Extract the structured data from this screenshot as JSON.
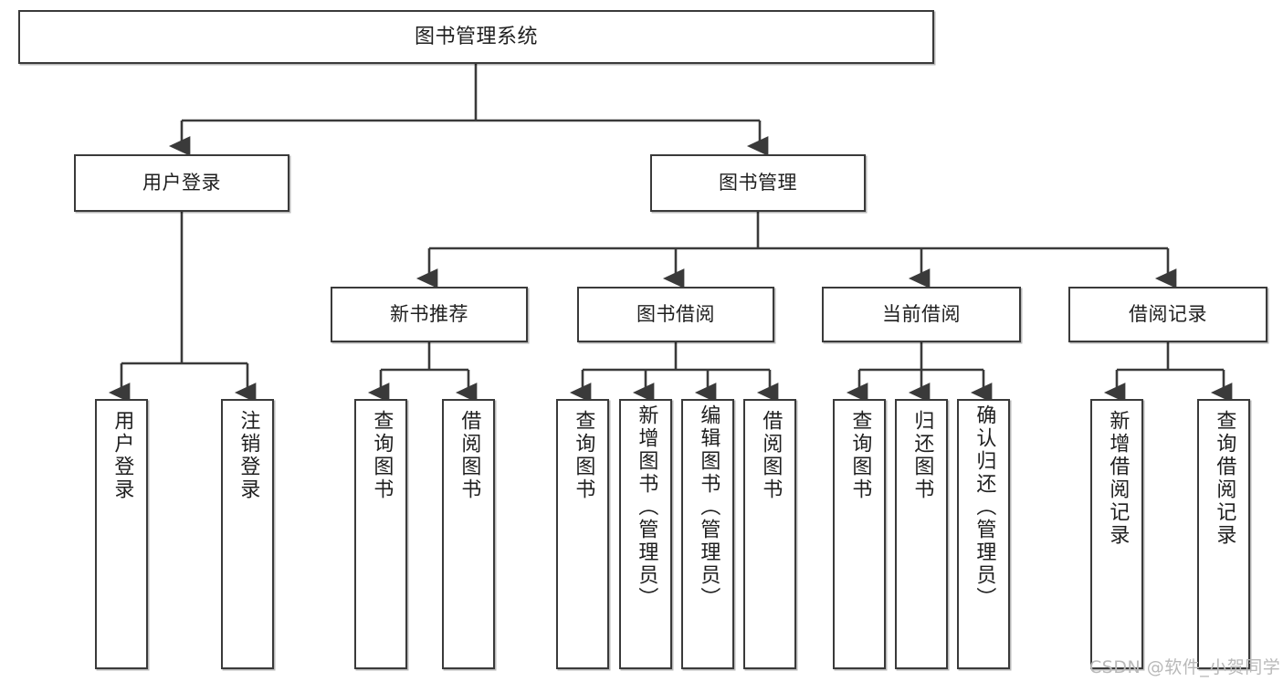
{
  "diagram": {
    "type": "tree",
    "title": "图书管理系统",
    "orientation": "top-down",
    "colors": {
      "box_border": "#3a3a3a",
      "box_fill": "#ffffff",
      "connector": "#3a3a3a",
      "text": "#1f1f1f",
      "watermark": "#b9b9b9"
    }
  },
  "root": {
    "label": "图书管理系统"
  },
  "level2": [
    {
      "label": "用户登录"
    },
    {
      "label": "图书管理"
    }
  ],
  "level3": [
    {
      "label": "新书推荐"
    },
    {
      "label": "图书借阅"
    },
    {
      "label": "当前借阅"
    },
    {
      "label": "借阅记录"
    }
  ],
  "leaves": {
    "user_login": [
      {
        "label": "用户登录"
      },
      {
        "label": "注销登录"
      }
    ],
    "new_book": [
      {
        "label": "查询图书"
      },
      {
        "label": "借阅图书"
      }
    ],
    "book_borrow": [
      {
        "label": "查询图书"
      },
      {
        "label": "新增图书（管理员）"
      },
      {
        "label": "编辑图书（管理员）"
      },
      {
        "label": "借阅图书"
      }
    ],
    "current_borrow": [
      {
        "label": "查询图书"
      },
      {
        "label": "归还图书"
      },
      {
        "label": "确认归还（管理员）"
      }
    ],
    "borrow_record": [
      {
        "label": "新增借阅记录"
      },
      {
        "label": "查询借阅记录"
      }
    ]
  },
  "watermark": {
    "text": "CSDN @软件_小贺同学"
  }
}
